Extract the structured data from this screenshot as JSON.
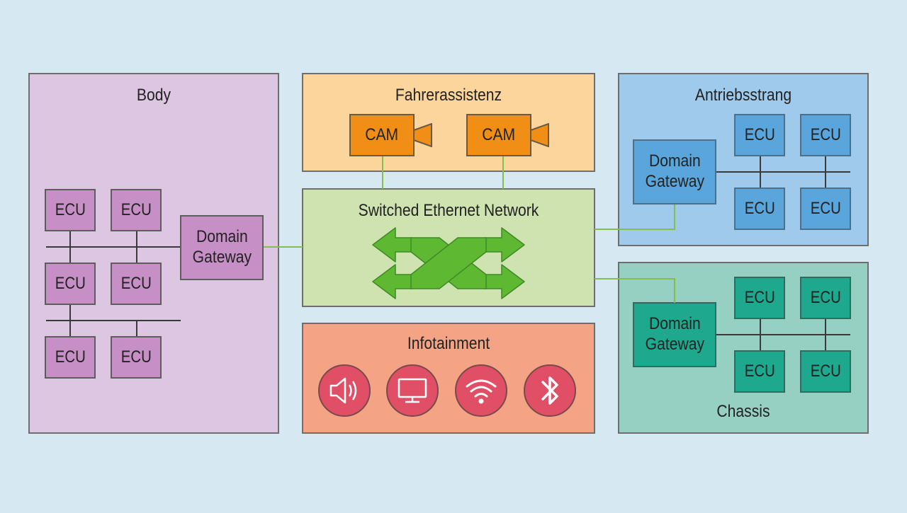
{
  "domains": {
    "body": {
      "title": "Body",
      "ecu_label": "ECU",
      "gateway_label": "Domain\nGateway"
    },
    "fahrerassistenz": {
      "title": "Fahrerassistenz",
      "cam_label": "CAM"
    },
    "network": {
      "title": "Switched Ethernet Network"
    },
    "infotainment": {
      "title": "Infotainment",
      "icons": [
        "speaker-icon",
        "monitor-icon",
        "wifi-icon",
        "bluetooth-icon"
      ]
    },
    "antriebsstrang": {
      "title": "Antriebsstrang",
      "ecu_label": "ECU",
      "gateway_label": "Domain\nGateway"
    },
    "chassis": {
      "title": "Chassis",
      "ecu_label": "ECU",
      "gateway_label": "Domain\nGateway"
    }
  },
  "colors": {
    "background": "#d6e8f2",
    "body": "#dcc6e2",
    "fahrerassistenz": "#fbd59b",
    "network": "#cfe3b0",
    "infotainment": "#f4a384",
    "antriebsstrang": "#9fcaeb",
    "chassis": "#95d0c3",
    "link": "#82c04b"
  }
}
